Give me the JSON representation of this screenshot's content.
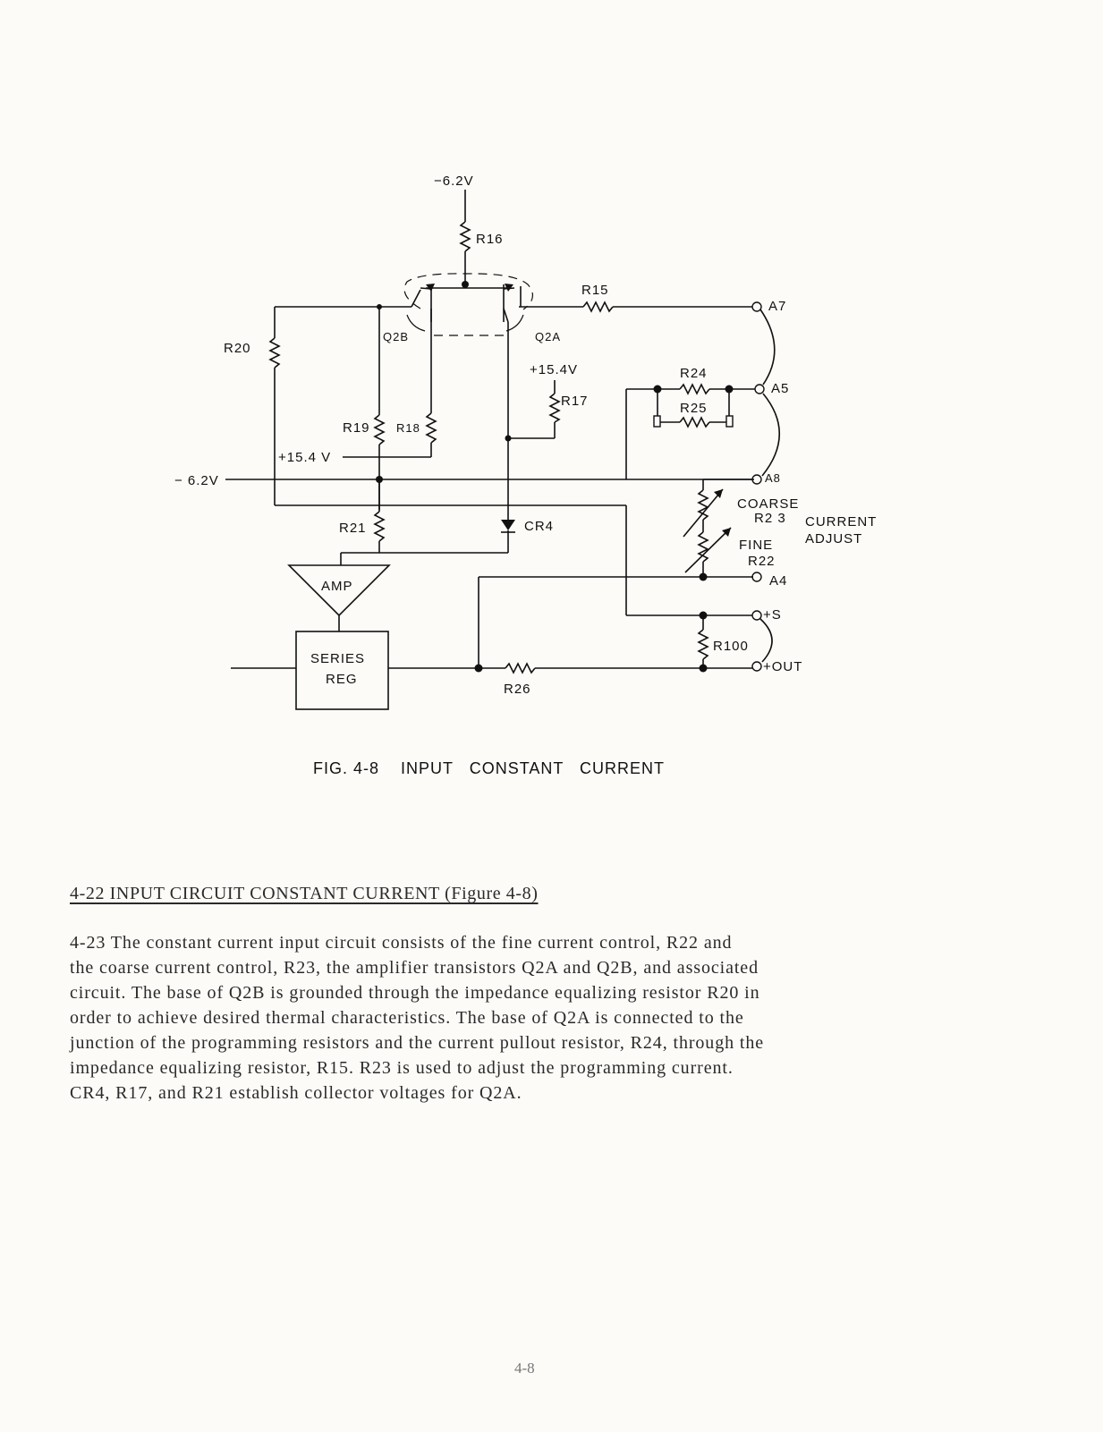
{
  "figure": {
    "labels": {
      "top_supply": "−6.2V",
      "r16": "R16",
      "r15": "R15",
      "a7": "A7",
      "r20": "R20",
      "q2b": "Q2B",
      "q2a": "Q2A",
      "plus_15_4_a": "+15.4V",
      "r17": "R17",
      "r24": "R24",
      "a5": "A5",
      "r25": "R25",
      "r19": "R19",
      "r18": "R18",
      "plus_15_4_b": "+15.4 V",
      "left_supply": "− 6.2V",
      "a8": "A8",
      "coarse": "COARSE",
      "r23": "R2 3",
      "current": "CURRENT",
      "adjust": "ADJUST",
      "r21": "R21",
      "cr4": "CR4",
      "fine": "FINE",
      "r22": "R22",
      "a4": "A4",
      "amp": "AMP",
      "plus_s": "+S",
      "series": "SERIES",
      "reg": "REG",
      "r100": "R100",
      "plus_out": "+OUT",
      "r26": "R26"
    },
    "caption": "FIG. 4-8    INPUT   CONSTANT   CURRENT"
  },
  "section": {
    "heading": "4-22  INPUT CIRCUIT CONSTANT CURRENT (Figure 4-8)",
    "paragraph_lines": [
      "4-23  The constant current input circuit consists of the fine current control, R22 and",
      "the coarse current control, R23, the amplifier transistors Q2A and Q2B, and associated",
      "circuit.  The base of Q2B is grounded through the impedance equalizing resistor R20 in",
      "order to achieve desired thermal characteristics.  The base of Q2A is connected to the",
      "junction of the programming resistors and the current pullout resistor, R24, through the",
      "impedance equalizing resistor, R15.  R23 is used to adjust the programming current.",
      "CR4, R17, and R21 establish collector voltages for Q2A."
    ]
  },
  "page_number": "4-8"
}
